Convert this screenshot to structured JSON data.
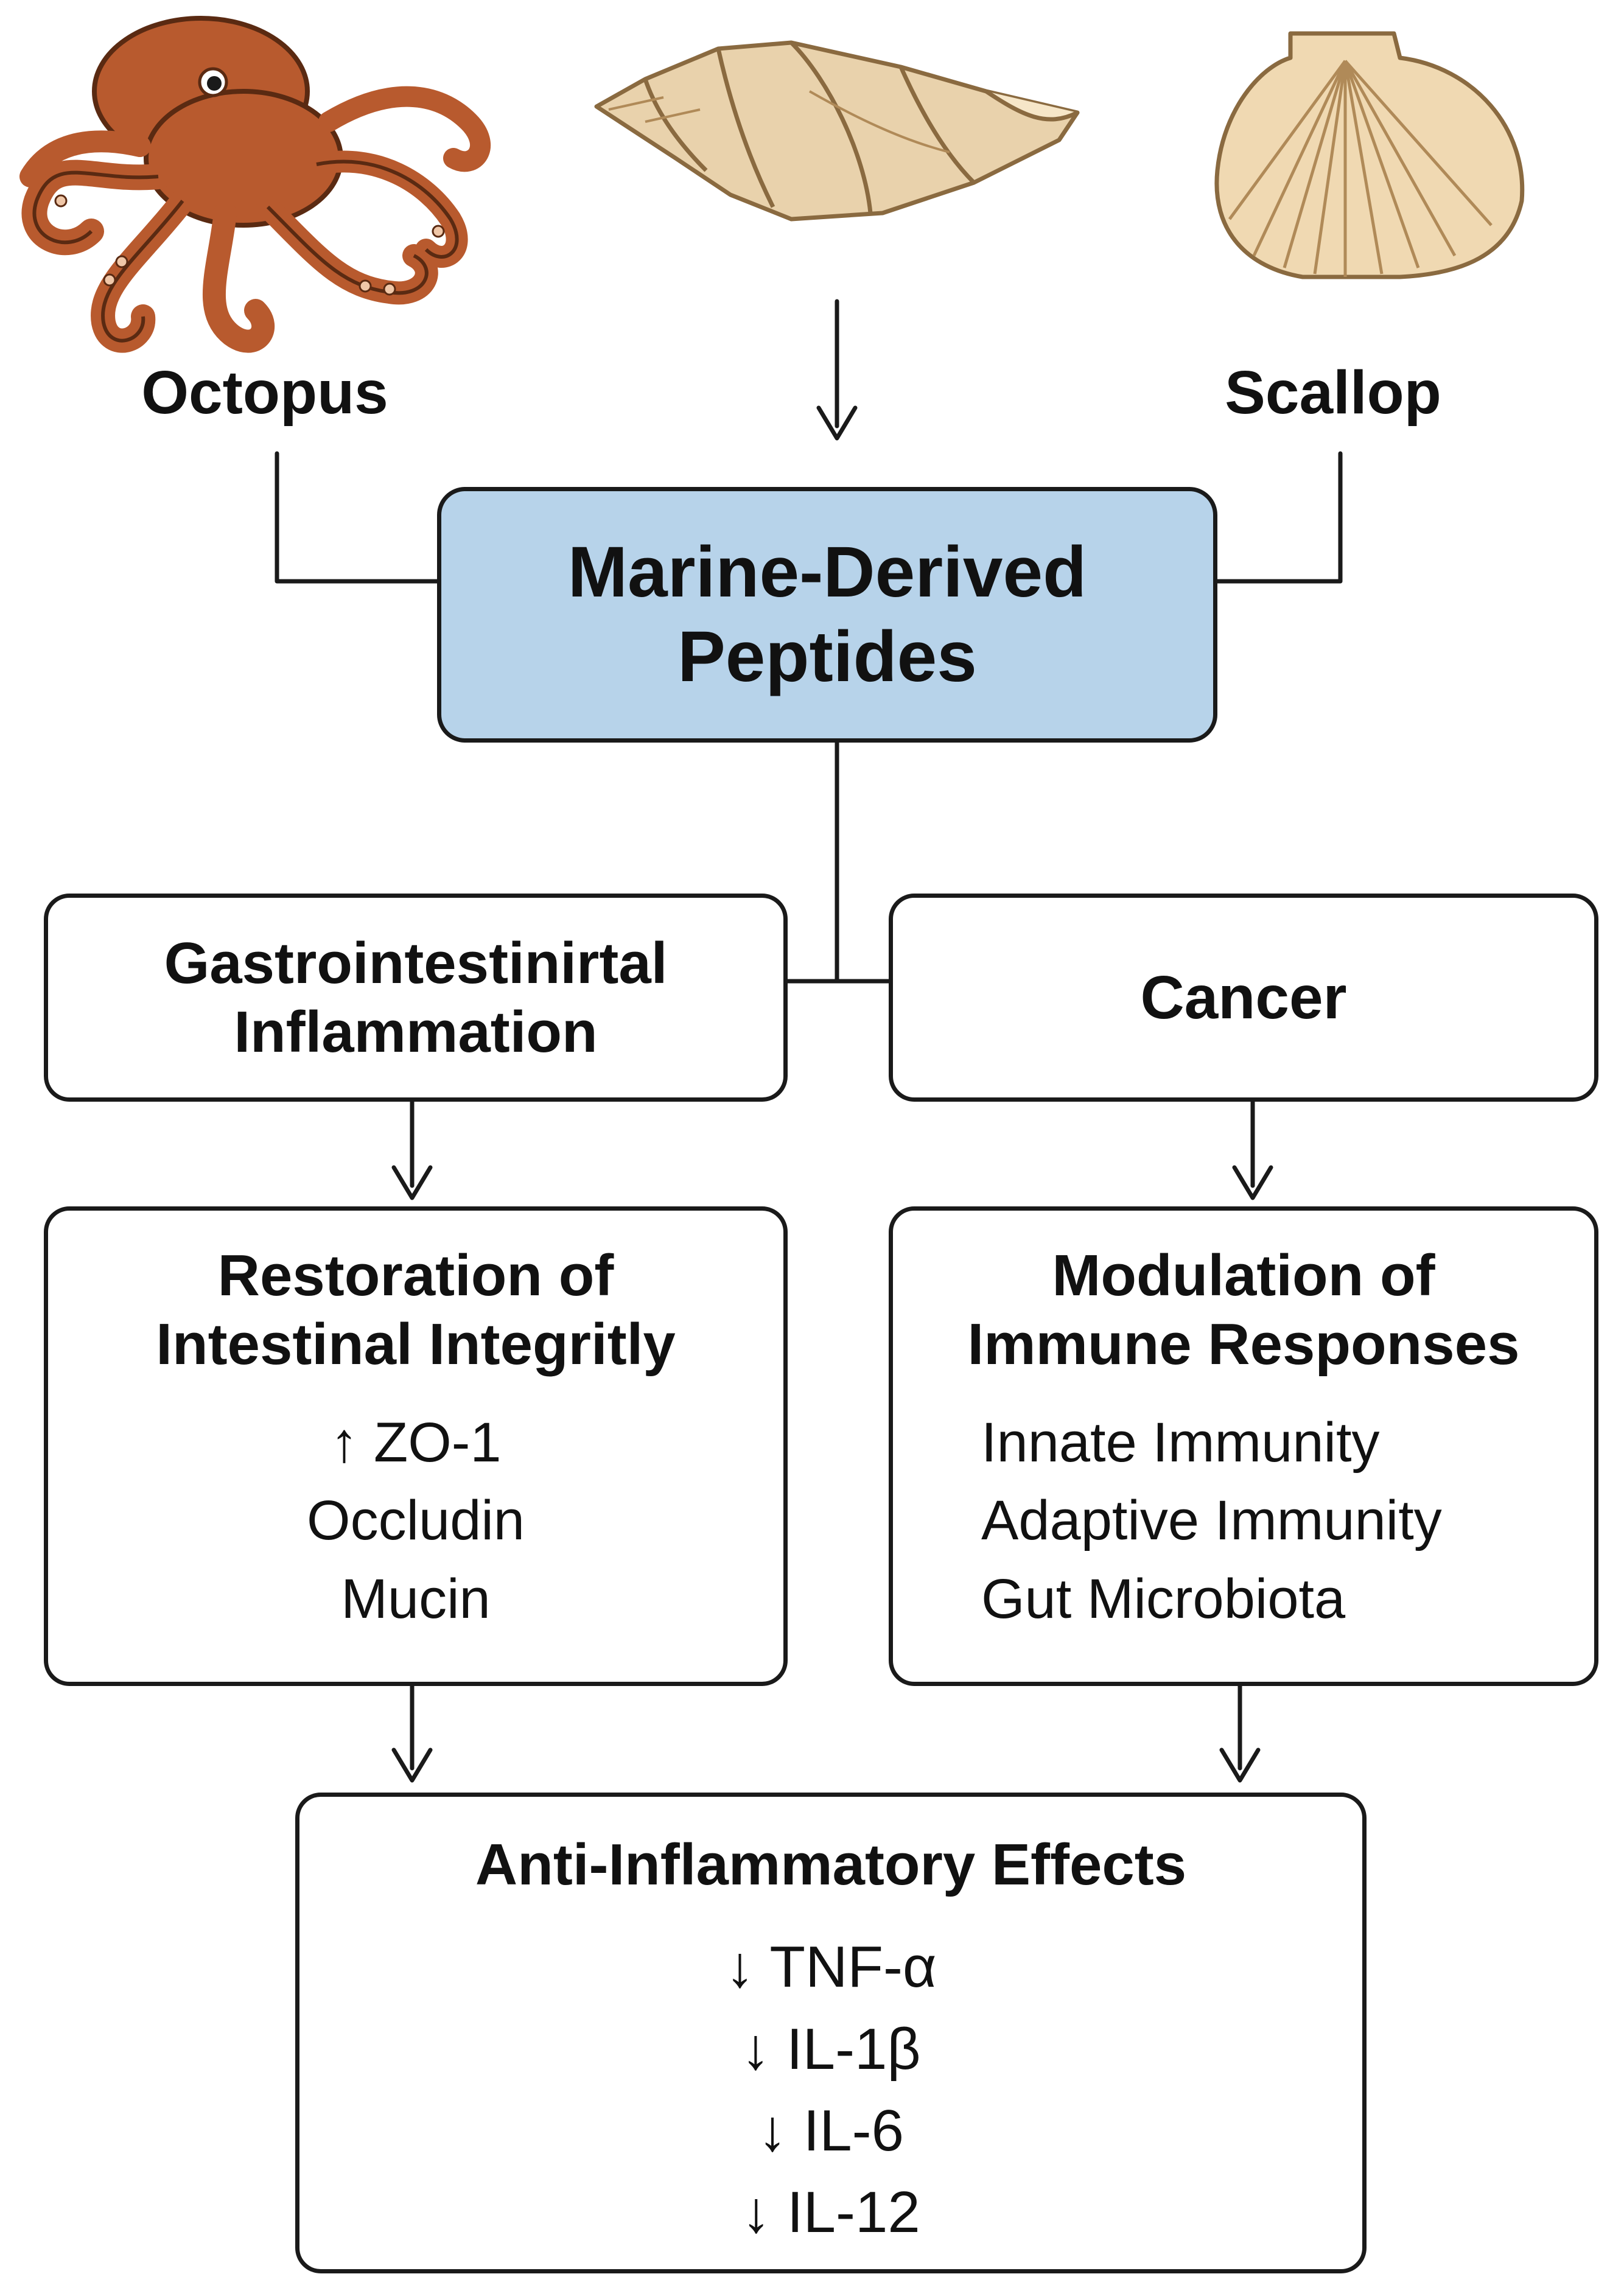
{
  "sources": {
    "left": "Octopus",
    "right": "Scallop"
  },
  "center": {
    "line1": "Marine-Derived",
    "line2": "Peptides"
  },
  "gi_box": {
    "line1": "Gastrointestinirtal",
    "line2": "Inflammation"
  },
  "cancer_box": {
    "title": "Cancer"
  },
  "restoration_box": {
    "line1": "Restoration of",
    "line2": "Intestinal Integritly",
    "items": [
      "↑ ZO-1",
      "Occludin",
      "Mucin"
    ]
  },
  "modulation_box": {
    "line1": "Modulation of",
    "line2": "Immune Responses",
    "items": [
      "Innate Immunity",
      "Adaptive Immunity",
      "Gut Microbiota"
    ]
  },
  "effects_box": {
    "title": "Anti-Inflammatory Effects",
    "items": [
      "↓ TNF-α",
      "↓ IL-1β",
      "↓ IL-6",
      "↓ IL-12"
    ]
  },
  "icons": {
    "octopus": "octopus-illustration",
    "whelk": "whelk-shell-illustration",
    "scallop": "scallop-shell-illustration"
  },
  "colors": {
    "center_fill": "#b7d3ea",
    "octopus": "#b85a2e",
    "shell": "#e9d2ac",
    "line": "#1a1a1a"
  }
}
